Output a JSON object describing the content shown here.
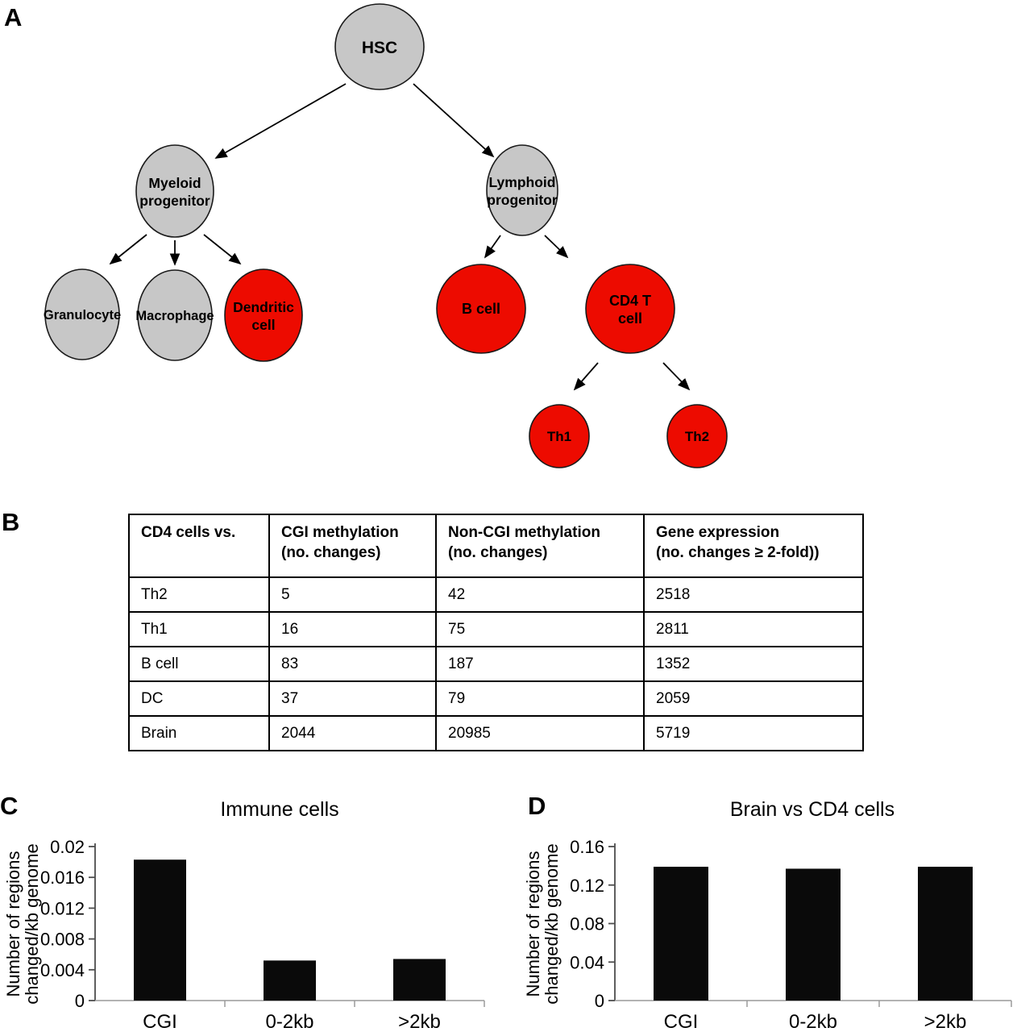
{
  "colors": {
    "node_gray": "#C7C7C7",
    "node_red": "#ED0B00",
    "node_stroke": "#1A1A1A",
    "bar_black": "#0A0A0A"
  },
  "panels": {
    "a_label": "A",
    "b_label": "B",
    "c_label": "C",
    "d_label": "D"
  },
  "diagram": {
    "nodes": {
      "hsc": {
        "label": "HSC"
      },
      "myeloid": {
        "line1": "Myeloid",
        "line2": "progenitor"
      },
      "lymphoid": {
        "line1": "Lymphoid",
        "line2": "progenitor"
      },
      "granulocyte": {
        "label": "Granulocyte"
      },
      "macrophage": {
        "label": "Macrophage"
      },
      "dendritic": {
        "line1": "Dendritic",
        "line2": "cell"
      },
      "bcell": {
        "label": "B cell"
      },
      "cd4": {
        "line1": "CD4 T",
        "line2": "cell"
      },
      "th1": {
        "label": "Th1"
      },
      "th2": {
        "label": "Th2"
      }
    }
  },
  "table": {
    "headers": [
      {
        "line1": "CD4 cells vs.",
        "line2": ""
      },
      {
        "line1": "CGI methylation",
        "line2": "(no. changes)"
      },
      {
        "line1": "Non-CGI methylation",
        "line2": "(no. changes)"
      },
      {
        "line1": "Gene expression",
        "line2": "(no. changes ≥ 2-fold))"
      }
    ],
    "rows": [
      [
        "Th2",
        "5",
        "42",
        "2518"
      ],
      [
        "Th1",
        "16",
        "75",
        "2811"
      ],
      [
        "B cell",
        "83",
        "187",
        "1352"
      ],
      [
        "DC",
        "37",
        "79",
        "2059"
      ],
      [
        "Brain",
        "2044",
        "20985",
        "5719"
      ]
    ]
  },
  "chart_data": [
    {
      "id": "immune",
      "type": "bar",
      "title": "Immune cells",
      "categories": [
        "CGI",
        "0-2kb",
        ">2kb"
      ],
      "values": [
        0.0183,
        0.0052,
        0.0054
      ],
      "ylabel_lines": [
        "Number of regions",
        "changed/kb genome"
      ],
      "xlabel": "",
      "ylim": [
        0,
        0.02
      ],
      "yticks": [
        0,
        0.004,
        0.008,
        0.012,
        0.016,
        0.02
      ],
      "ytick_labels": [
        "0",
        "0.004",
        "0.008",
        "0.012",
        "0.016",
        "0.02"
      ],
      "bar_color": "#0A0A0A",
      "grid": false,
      "legend": false
    },
    {
      "id": "brain",
      "type": "bar",
      "title": "Brain vs CD4 cells",
      "categories": [
        "CGI",
        "0-2kb",
        ">2kb"
      ],
      "values": [
        0.139,
        0.137,
        0.139
      ],
      "ylabel_lines": [
        "Number of regions",
        "changed/kb genome"
      ],
      "xlabel": "",
      "ylim": [
        0,
        0.16
      ],
      "yticks": [
        0,
        0.04,
        0.08,
        0.12,
        0.16
      ],
      "ytick_labels": [
        "0",
        "0.04",
        "0.08",
        "0.12",
        "0.16"
      ],
      "bar_color": "#0A0A0A",
      "grid": false,
      "legend": false
    }
  ]
}
